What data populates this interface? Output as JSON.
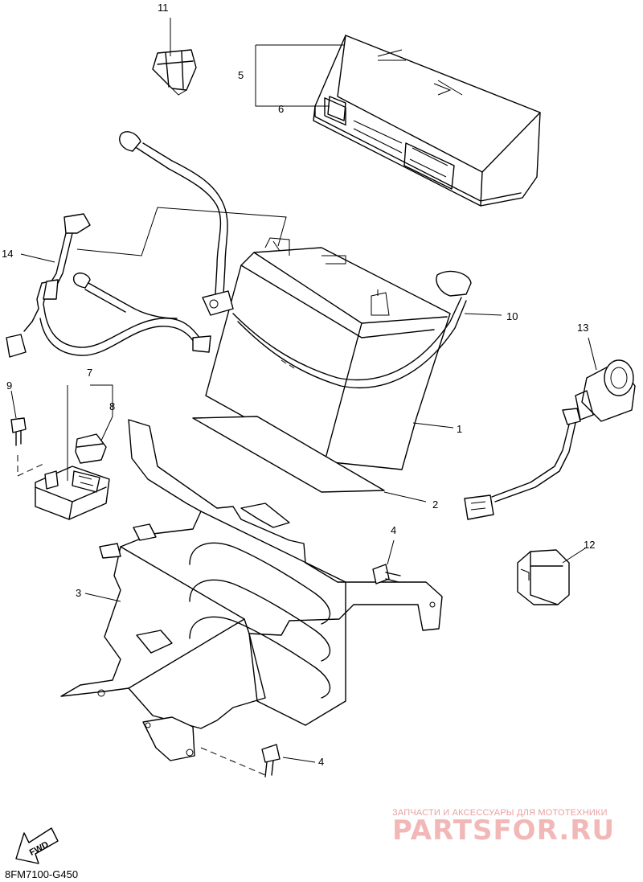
{
  "callouts": {
    "c1": "1",
    "c2": "2",
    "c3": "3",
    "c4a": "4",
    "c4b": "4",
    "c5": "5",
    "c6": "6",
    "c7": "7",
    "c8": "8",
    "c9": "9",
    "c10": "10",
    "c11": "11",
    "c12": "12",
    "c13": "13",
    "c14": "14"
  },
  "diagram_code": "8FM7100-G450",
  "fwd_label": "FWD",
  "watermark": {
    "subtitle": "ЗАПЧАСТИ И АКСЕССУАРЫ ДЛЯ МОТОТЕХНИКИ",
    "brand": "PARTSFOR.RU",
    "color": "#e9a0a0"
  }
}
